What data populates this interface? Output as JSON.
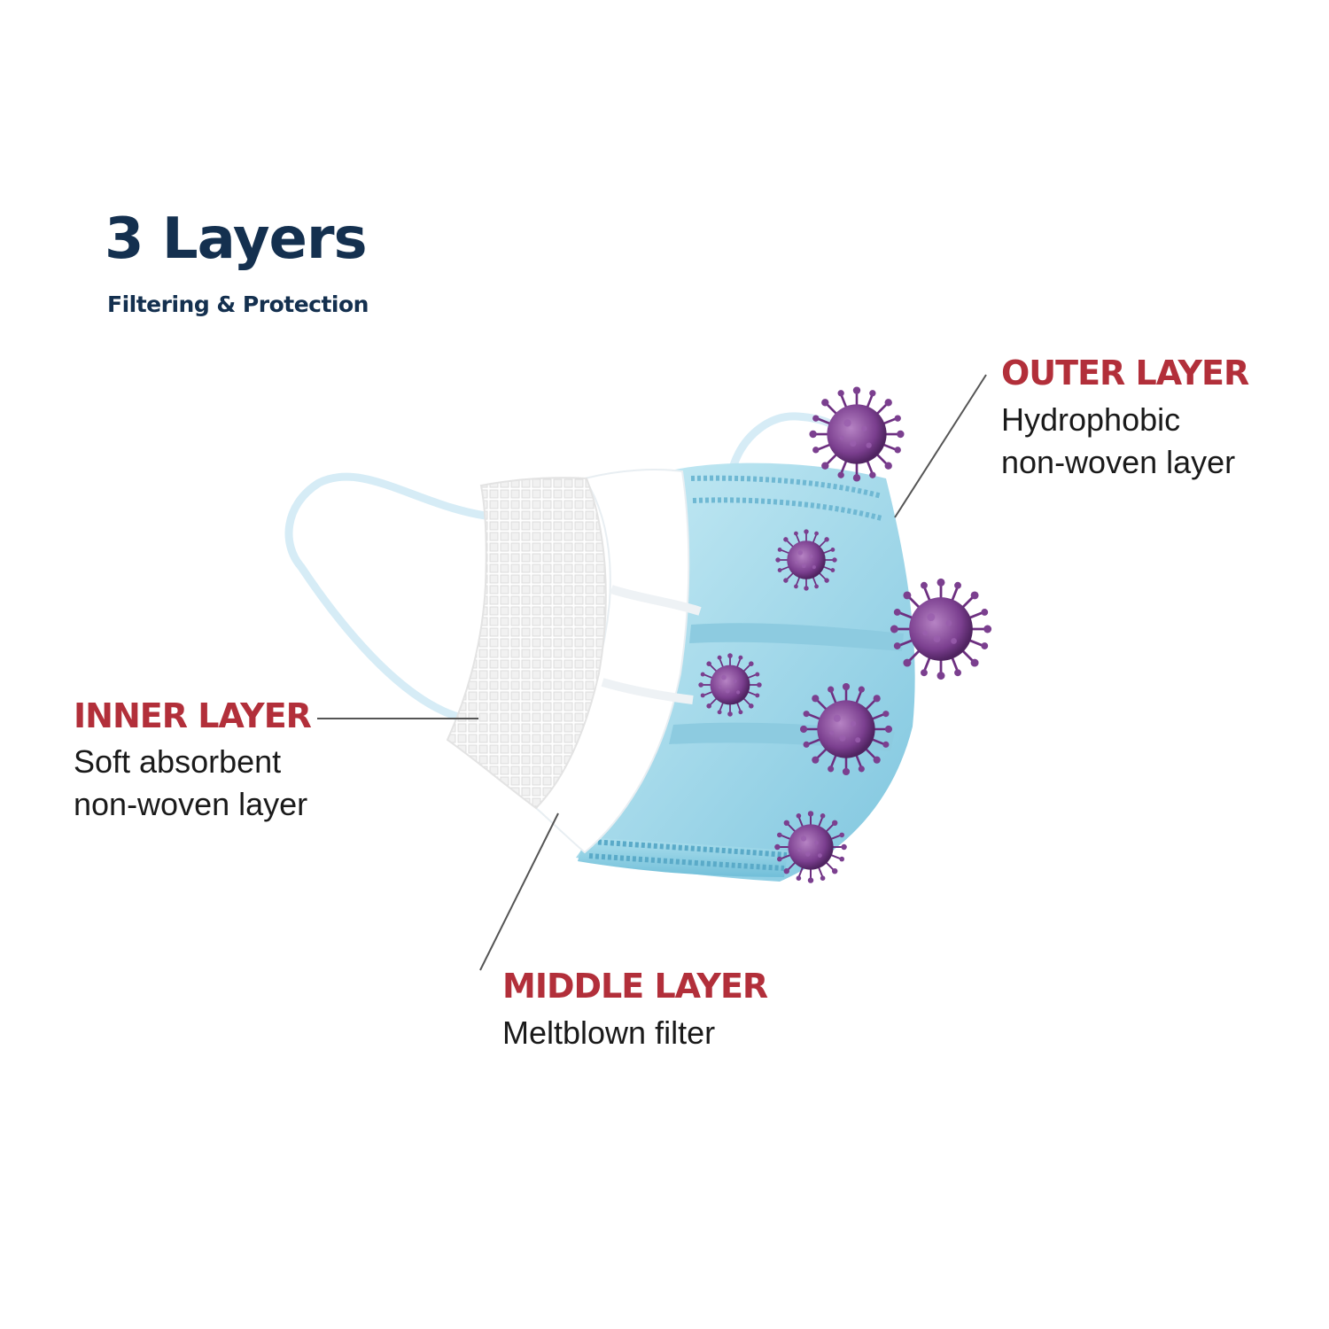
{
  "header": {
    "title": "3 Layers",
    "subtitle": "Filtering & Protection"
  },
  "layers": {
    "outer": {
      "heading": "OUTER LAYER",
      "desc_line1": "Hydrophobic",
      "desc_line2": "non-woven layer"
    },
    "inner": {
      "heading": "INNER LAYER",
      "desc_line1": "Soft absorbent",
      "desc_line2": "non-woven layer"
    },
    "middle": {
      "heading": "MIDDLE LAYER",
      "desc_line1": "Meltblown filter"
    }
  },
  "colors": {
    "title": "#14304f",
    "heading": "#b22f3a",
    "mask_blue": "#9fd3e6",
    "mask_white": "#ffffff",
    "virus": "#7b3f8f"
  },
  "icons": [
    "face-mask-illustration",
    "virus-icon"
  ]
}
